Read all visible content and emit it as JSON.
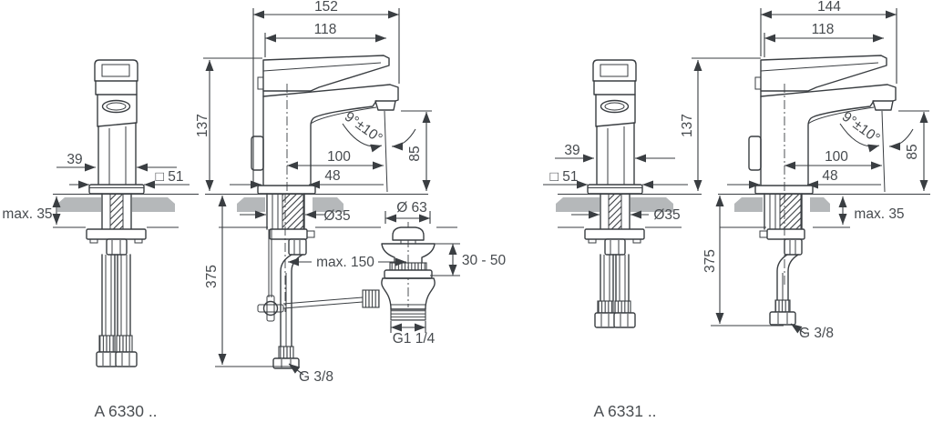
{
  "colors": {
    "line": "#3a3e42",
    "deck_grey": "#b5b8ba",
    "background": "#ffffff",
    "text": "#474b4f"
  },
  "left": {
    "model": "A 6330 ..",
    "total_width": "152",
    "spout_width": "118",
    "height": "137",
    "body_depth": "39",
    "base_square": "□ 51",
    "deck_max": "max. 35",
    "angle": "9°±10°",
    "spout_height": "85",
    "reach": "100",
    "base_width": "48",
    "shank_dia": "Ø35",
    "waste_dia": "Ø 63",
    "rod_max": "max. 150",
    "waste_range": "30 - 50",
    "hose_length": "375",
    "waste_thread": "G1 1/4",
    "hose_thread": "G 3/8"
  },
  "right": {
    "model": "A 6331 ..",
    "total_width": "144",
    "spout_width": "118",
    "height": "137",
    "body_depth": "39",
    "base_square": "□ 51",
    "deck_max": "max. 35",
    "angle": "9°±10°",
    "spout_height": "85",
    "reach": "100",
    "base_width": "48",
    "shank_dia": "Ø35",
    "hose_length": "375",
    "hose_thread": "G 3/8"
  }
}
